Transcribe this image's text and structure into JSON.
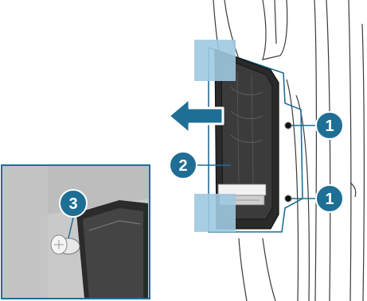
{
  "callouts": {
    "fastener": "1",
    "lamp_housing": "2",
    "bulb_screw": "3"
  },
  "colors": {
    "accent_blue": "#1f6e95",
    "callout_fill": "#1f6e95",
    "highlight_blue": "#9ec9e1",
    "line_art": "#3a3a3a",
    "lamp_dark": "#2a2a2a"
  },
  "icons": {
    "direction_arrow": "arrow-left-icon"
  }
}
